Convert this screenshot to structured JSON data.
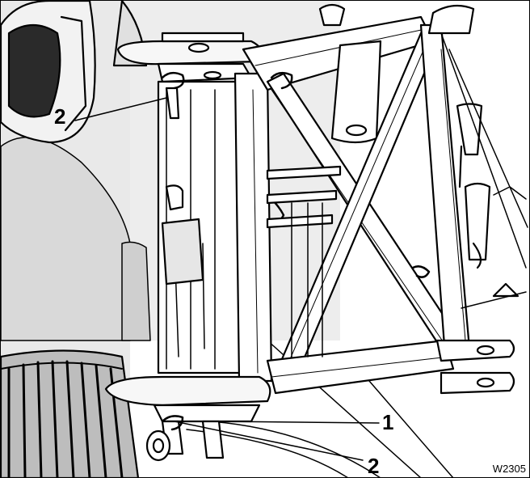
{
  "figure": {
    "callouts": [
      {
        "label": "2"
      },
      {
        "label": "1"
      },
      {
        "label": "2"
      }
    ],
    "reference_code": "W2305",
    "colors": {
      "background": "#ffffff",
      "line": "#000000",
      "shade_light": "#e6e6e6",
      "shade_mid": "#cfcfcf",
      "shade_dark": "#9a9a9a"
    }
  }
}
